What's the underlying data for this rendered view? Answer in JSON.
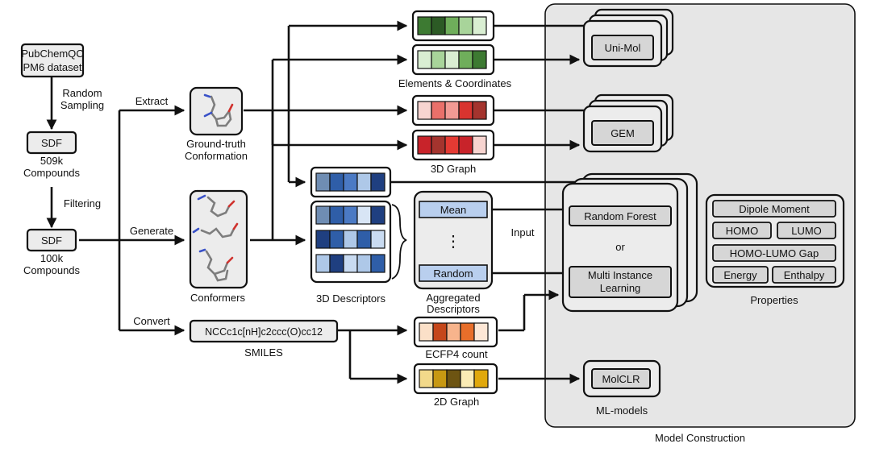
{
  "source": {
    "line1": "PubChemQC",
    "line2": "PM6 dataset"
  },
  "sampling": {
    "line1": "Random",
    "line2": "Sampling"
  },
  "sdf1": {
    "label": "SDF",
    "count": "509k",
    "unit": "Compounds"
  },
  "filtering": "Filtering",
  "sdf2": {
    "label": "SDF",
    "count": "100k",
    "unit": "Compounds"
  },
  "edges": {
    "extract": "Extract",
    "generate": "Generate",
    "convert": "Convert",
    "input": "Input"
  },
  "ground_truth": {
    "line1": "Ground-truth",
    "line2": "Conformation"
  },
  "conformers": "Conformers",
  "smiles": {
    "string": "NCCc1c[nH]c2ccc(O)cc12",
    "label": "SMILES"
  },
  "features": {
    "elements_coords": "Elements & Coordinates",
    "graph3d": "3D Graph",
    "descriptors3d": "3D Descriptors",
    "ecfp4": "ECFP4 count",
    "graph2d": "2D Graph"
  },
  "aggregated": {
    "mean": "Mean",
    "dots": "⋮",
    "random": "Random",
    "line1": "Aggregated",
    "line2": "Descriptors"
  },
  "models": {
    "unimol": "Uni-Mol",
    "gem": "GEM",
    "rf": "Random Forest",
    "or": "or",
    "mil_line1": "Multi Instance",
    "mil_line2": "Learning",
    "molclr": "MolCLR",
    "ml_models": "ML-models"
  },
  "model_construction": "Model Construction",
  "properties": {
    "items": [
      "Dipole Moment",
      "HOMO",
      "LUMO",
      "HOMO-LUMO Gap",
      "Energy",
      "Enthalpy"
    ],
    "label": "Properties"
  },
  "colors": {
    "green": [
      "#3d7a32",
      "#2c5a25",
      "#6fae5b",
      "#a8d49a",
      "#d9eed2"
    ],
    "green2": [
      "#d9eed2",
      "#a8d49a",
      "#d9eed2",
      "#6fae5b",
      "#3d7a32"
    ],
    "red": [
      "#f7d4d0",
      "#e9706a",
      "#f29a94",
      "#d9342f",
      "#a4342e"
    ],
    "red2": [
      "#c8232a",
      "#a4342e",
      "#e43a33",
      "#c8232a",
      "#f7d4d0"
    ],
    "blue_single": [
      "#6f8db3",
      "#2f5ea8",
      "#4b7ac4",
      "#aec8e8",
      "#1f3f80"
    ],
    "blue_a": [
      "#6f8db3",
      "#2f5ea8",
      "#4b7ac4",
      "#d8e5f5",
      "#1f3f80"
    ],
    "blue_b": [
      "#1f3f80",
      "#2f5ea8",
      "#aec8e8",
      "#2f5ea8",
      "#c9dbf1"
    ],
    "blue_c": [
      "#aec8e8",
      "#1f3f80",
      "#c9dbf1",
      "#aec8e8",
      "#2f5ea8"
    ],
    "orange": [
      "#fbe0c8",
      "#c5471a",
      "#f7b48c",
      "#e86e2a",
      "#fde7d6"
    ],
    "gold": [
      "#f2d98a",
      "#c79812",
      "#6d5412",
      "#fbecb5",
      "#e0a80c"
    ]
  }
}
